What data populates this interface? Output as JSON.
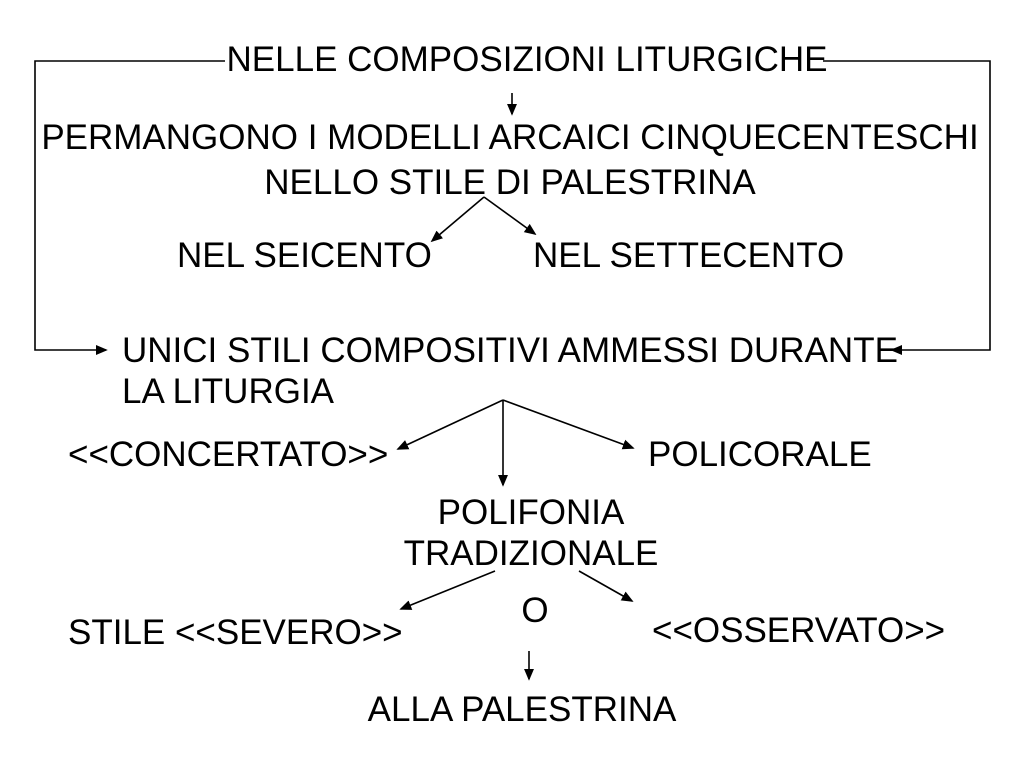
{
  "slide": {
    "background_color": "#ffffff",
    "text_color": "#000000",
    "line_color": "#000000",
    "nodes": {
      "title": "NELLE COMPOSIZIONI LITURGICHE",
      "permangono_line1": "PERMANGONO I MODELLI ARCAICI CINQUECENTESCHI",
      "permangono_line2": "NELLO STILE DI PALESTRINA",
      "seicento": "NEL SEICENTO",
      "settecento": "NEL SETTECENTO",
      "unici_line1": "UNICI STILI COMPOSITIVI AMMESSI DURANTE",
      "unici_line2": "LA LITURGIA",
      "concertato": "<<CONCERTATO>>",
      "policorale": "POLICORALE",
      "polifonia_line1": "POLIFONIA",
      "polifonia_line2": "TRADIZIONALE",
      "stile_severo": "STILE <<SEVERO>>",
      "o_connector": "O",
      "osservato": "<<OSSERVATO>>",
      "alla_palestrina": "ALLA PALESTRINA"
    },
    "edges": [
      {
        "from": "title",
        "to": "permangono",
        "style": "arrow-down"
      },
      {
        "from": "permangono",
        "to": "seicento",
        "style": "arrow-diagonal"
      },
      {
        "from": "permangono",
        "to": "settecento",
        "style": "arrow-diagonal"
      },
      {
        "from": "title",
        "to": "unici",
        "style": "bracket-left-arrow"
      },
      {
        "from": "title",
        "to": "unici",
        "style": "bracket-right-arrow"
      },
      {
        "from": "unici",
        "to": "concertato",
        "style": "arrow-diagonal"
      },
      {
        "from": "unici",
        "to": "polifonia",
        "style": "arrow-down"
      },
      {
        "from": "unici",
        "to": "policorale",
        "style": "arrow-diagonal"
      },
      {
        "from": "polifonia",
        "to": "stile_severo",
        "style": "arrow-diagonal"
      },
      {
        "from": "polifonia",
        "to": "osservato",
        "style": "arrow-diagonal"
      },
      {
        "from": "o_connector",
        "to": "alla_palestrina",
        "style": "arrow-down"
      }
    ]
  }
}
